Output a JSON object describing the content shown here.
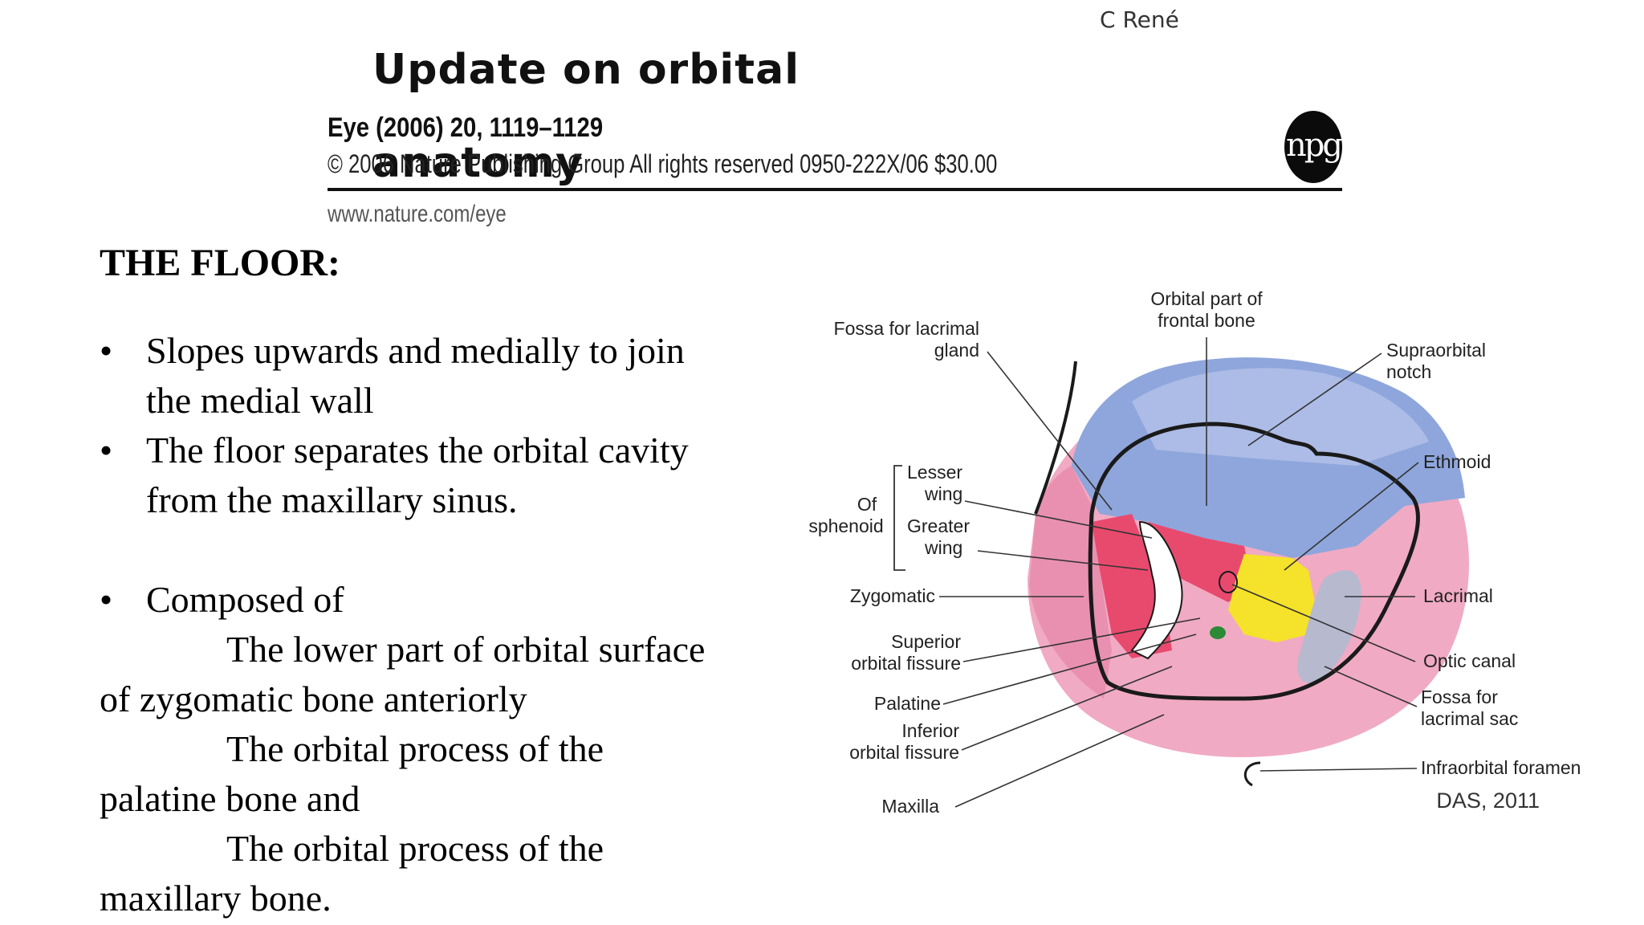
{
  "header": {
    "title_line1": "Update on orbital",
    "title_line2": "anatomy",
    "author": "C René",
    "citation": "Eye (2006) 20, 1119–1129",
    "copyright": "© 2006 Nature Publishing Group All rights reserved 0950-222X/06 $30.00",
    "url": "www.nature.com/eye",
    "logo_text": "npg"
  },
  "slide": {
    "heading": "THE FLOOR:",
    "bullets": [
      {
        "line1": "Slopes upwards and medially to join",
        "line2": "the medial wall"
      },
      {
        "line1": "The floor separates the orbital cavity",
        "line2": "from the maxillary sinus."
      },
      {
        "line1": "Composed of"
      }
    ],
    "composition": [
      {
        "indent": "The lower part of orbital surface",
        "cont": "of zygomatic bone anteriorly"
      },
      {
        "indent": "The orbital process of the",
        "cont": "palatine bone and"
      },
      {
        "indent": "The orbital process of the",
        "cont": "maxillary bone."
      }
    ],
    "bullet_glyph": "•"
  },
  "diagram": {
    "labels": {
      "fossa_lacrimal_gland_1": "Fossa for lacrimal",
      "fossa_lacrimal_gland_2": "gland",
      "orbital_frontal_1": "Orbital part of",
      "orbital_frontal_2": "frontal bone",
      "supraorbital_1": "Supraorbital",
      "supraorbital_2": "notch",
      "ethmoid": "Ethmoid",
      "lesser_1": "Lesser",
      "lesser_2": "wing",
      "of": "Of",
      "sphenoid": "sphenoid",
      "greater_1": "Greater",
      "greater_2": "wing",
      "zygomatic": "Zygomatic",
      "lacrimal": "Lacrimal",
      "sup_fissure_1": "Superior",
      "sup_fissure_2": "orbital fissure",
      "optic_canal": "Optic canal",
      "palatine": "Palatine",
      "fossa_sac_1": "Fossa for",
      "fossa_sac_2": "lacrimal sac",
      "inf_fissure_1": "Inferior",
      "inf_fissure_2": "orbital fissure",
      "infraorbital": "Infraorbital foramen",
      "maxilla": "Maxilla",
      "credit": "DAS, 2011"
    },
    "colors": {
      "frontal": "#8fa6dc",
      "frontal_light": "#b8c6ea",
      "zygomatic": "#e990b0",
      "maxilla": "#f1aac3",
      "sphenoid_greater": "#e84a6e",
      "ethmoid": "#f5e22a",
      "lacrimal": "#b7b9cf",
      "palatine": "#2b8a36",
      "outline": "#1a1a1a"
    }
  }
}
